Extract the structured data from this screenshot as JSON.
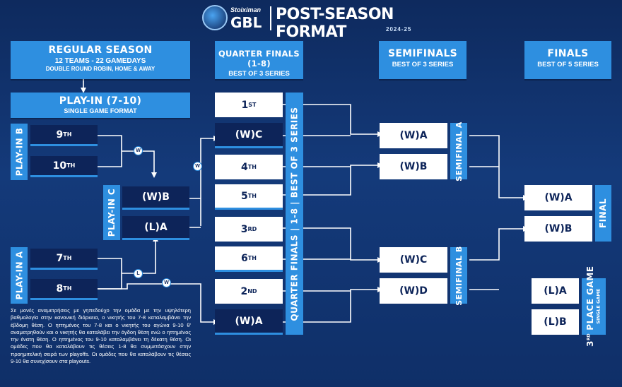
{
  "header": {
    "brand_top": "Stoiximan",
    "brand_main": "GBL",
    "title": "POST-SEASON FORMAT",
    "season": "2024-25"
  },
  "regular_season": {
    "title": "REGULAR SEASON",
    "line1": "12 TEAMS - 22 GAMEDAYS",
    "line2": "DOUBLE ROUND ROBIN, HOME & AWAY"
  },
  "play_in": {
    "title": "PLAY-IN (7-10)",
    "subtitle": "SINGLE GAME FORMAT",
    "group_b": {
      "label": "PLAY-IN B",
      "team1": "9",
      "team1_sup": "TH",
      "team2": "10",
      "team2_sup": "TH"
    },
    "group_a": {
      "label": "PLAY-IN A",
      "team1": "7",
      "team1_sup": "TH",
      "team2": "8",
      "team2_sup": "TH"
    },
    "group_c": {
      "label": "PLAY-IN C",
      "team1": "(W)B",
      "team2": "(L)A"
    },
    "badges": {
      "winner": "W",
      "loser": "L"
    }
  },
  "quarter_finals": {
    "title": "QUARTER FINALS (1-8)",
    "subtitle": "BEST OF 3 SERIES",
    "side_label": "QUARTER FINALS | 1-8 | BEST OF 3 SERIES",
    "slots": [
      {
        "main": "1",
        "sup": "ST"
      },
      {
        "main": "(W)C",
        "sup": ""
      },
      {
        "main": "4",
        "sup": "TH"
      },
      {
        "main": "5",
        "sup": "TH"
      },
      {
        "main": "3",
        "sup": "RD"
      },
      {
        "main": "6",
        "sup": "TH"
      },
      {
        "main": "2",
        "sup": "ND"
      },
      {
        "main": "(W)A",
        "sup": ""
      }
    ]
  },
  "semifinals": {
    "title": "SEMIFINALS",
    "subtitle": "BEST OF 3 SERIES",
    "a": {
      "label": "SEMIFINAL A",
      "team1": "(W)A",
      "team2": "(W)B"
    },
    "b": {
      "label": "SEMIFINAL B",
      "team1": "(W)C",
      "team2": "(W)D"
    }
  },
  "finals": {
    "title": "FINALS",
    "subtitle": "BEST OF 5 SERIES",
    "label": "FINAL",
    "team1": "(W)A",
    "team2": "(W)B"
  },
  "third_place": {
    "label_num": "3",
    "label_sup": "RD",
    "label_main": " PLACE GAME",
    "label_sub": "SINGLE GAME",
    "team1": "(L)A",
    "team2": "(L)B"
  },
  "note": "Σε μονές αναμετρήσεις με γηπεδούχο την ομάδα με την υψηλότερη βαθμολογία στην κανονική διάρκεια, ο νικητής του 7-8 καταλαμβάνει την έβδομη θέση. Ο ηττημένος του 7-8 και ο νικητής του αγώνα 9-10 θ' αναμετρηθούν και ο νικητής θα καταλάβει την όγδοη θέση ενώ ο ηττημένος την ένατη θέση. Ο ηττημένος του 9-10 καταλαμβάνει τη δέκατη θέση. Οι ομάδες που θα καταλάβουν τις θέσεις 1-8 θα συμμετάσχουν στην προημιτελική σειρά των playoffs. Οι ομάδες που θα καταλάβουν τις θέσεις 9-10 θα συνεχίσουν στα playouts.",
  "colors": {
    "background": "#143a7a",
    "accent": "#2e8fe0",
    "navy": "#0d2459",
    "white": "#ffffff"
  }
}
